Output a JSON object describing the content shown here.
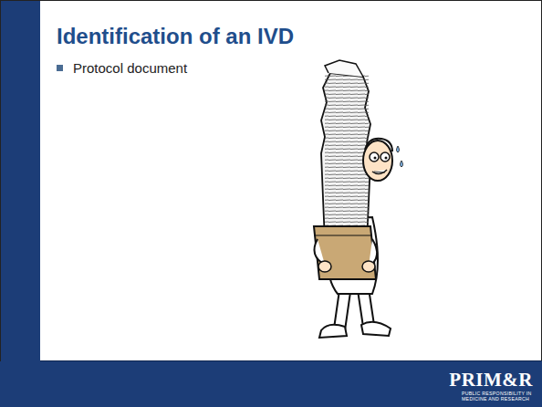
{
  "diagram": {
    "title": "Identification of an IVD",
    "labels": [
      "Protocol document",
      "PRIM&R",
      "PUBLIC RESPONSIBILITY IN MEDICINE AND RESEARCH"
    ]
  }
}
